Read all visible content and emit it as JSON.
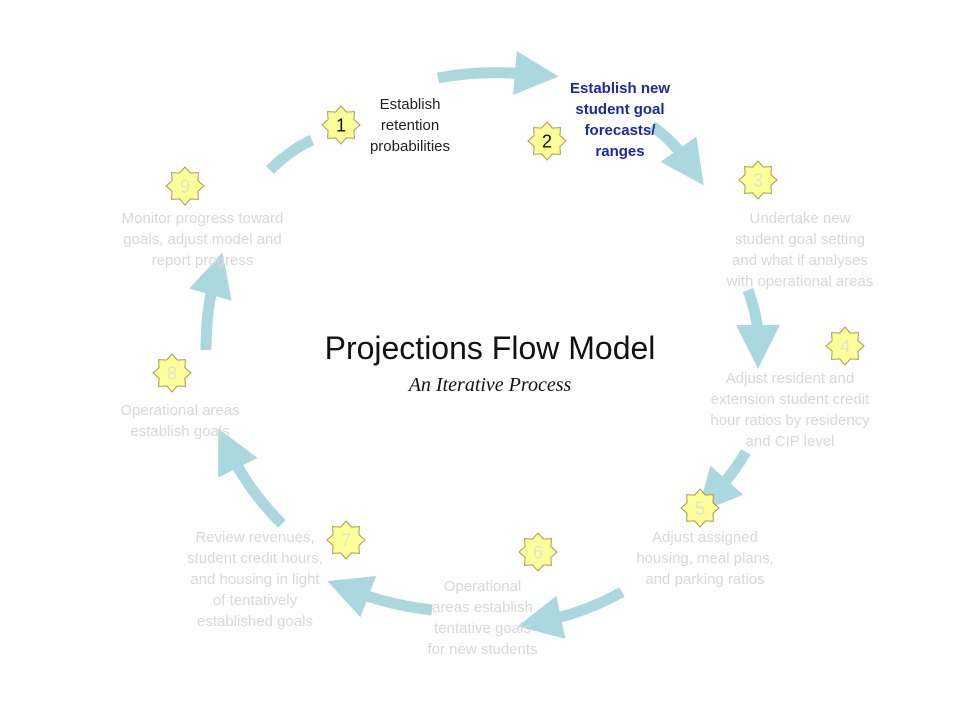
{
  "title": "Projections Flow Model",
  "subtitle": "An Iterative Process",
  "colors": {
    "arrow": "#abd7de",
    "badge_fill": "#ffff99",
    "badge_stroke": "#a89a55",
    "current_text": "#1a2aa0",
    "faded_text": "#d8d8d8"
  },
  "steps": [
    {
      "num": "1",
      "lines": [
        "Establish",
        "retention",
        "probabilities"
      ]
    },
    {
      "num": "2",
      "lines": [
        "Establish new",
        "student goal",
        "forecasts/",
        "ranges"
      ]
    },
    {
      "num": "3",
      "lines": [
        "Undertake new",
        "student goal setting",
        "and what if analyses",
        "with operational areas"
      ]
    },
    {
      "num": "4",
      "lines": [
        "Adjust resident and",
        "extension student credit",
        "hour ratios by residency",
        "and CIP level"
      ]
    },
    {
      "num": "5",
      "lines": [
        "Adjust assigned",
        "housing, meal plans,",
        "and parking ratios"
      ]
    },
    {
      "num": "6",
      "lines": [
        "Operational",
        "areas establish",
        "tentative goals",
        "for new students"
      ]
    },
    {
      "num": "7",
      "lines": [
        "Review revenues,",
        "student credit hours,",
        "and housing in light",
        "of tentatively",
        "established goals"
      ]
    },
    {
      "num": "8",
      "lines": [
        "Operational areas",
        "establish goals"
      ]
    },
    {
      "num": "9",
      "lines": [
        "Monitor progress toward",
        "goals, adjust model and",
        "report progress"
      ]
    }
  ]
}
